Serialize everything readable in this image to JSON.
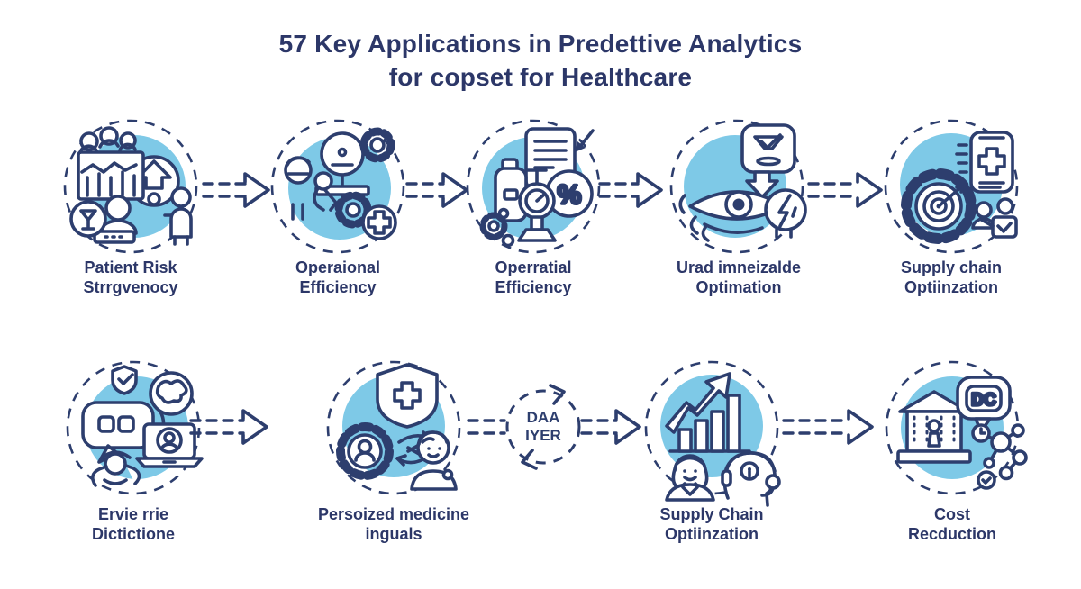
{
  "title": {
    "line1": "57 Key Applications in Predettive Analytics",
    "line2": "for copset for Healthcare"
  },
  "colors": {
    "navy": "#2c3768",
    "line": "#2d3e6e",
    "blue": "#7ec9e7",
    "background": "#ffffff"
  },
  "rows": [
    {
      "nodes": [
        {
          "icon": "audience-chart-person-icon",
          "label1": "Patient Risk",
          "label2": "Strrgvenocy"
        },
        {
          "icon": "gears-staff-plus-icon",
          "label1": "Operaional",
          "label2": "Efficiency"
        },
        {
          "icon": "medicine-percent-gauge-icon",
          "label1": "Operratial",
          "label2": "Efficiency"
        },
        {
          "icon": "eye-check-energy-icon",
          "label1": "Urad imneizalde",
          "label2": "Optimation"
        },
        {
          "icon": "gear-target-medical-icon",
          "label1": "Supply chain",
          "label2": "Optiinzation"
        }
      ]
    },
    {
      "nodes": [
        {
          "icon": "chat-globe-laptop-icon",
          "label1": "Ervie rrie",
          "label2": "Dictictione"
        },
        {
          "icon": "shield-gear-patient-icon",
          "label1": "Persoized medicine",
          "label2": "inguals"
        },
        {
          "icon": "growth-chart-people-icon",
          "label1": "Supply Chain",
          "label2": "Optiinzation"
        },
        {
          "icon": "bank-network-icon",
          "label1": "Cost",
          "label2": "Recduction"
        }
      ]
    }
  ],
  "cycle": {
    "line1": "DAA",
    "line2": "IYER"
  },
  "icon_text": {
    "percent": "%",
    "dc_badge": "DC"
  }
}
